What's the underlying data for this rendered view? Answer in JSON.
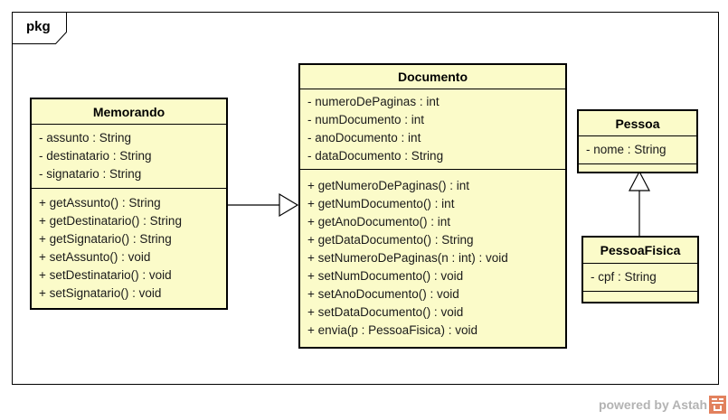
{
  "frame": {
    "label": "pkg"
  },
  "diagram_type": "uml-class-diagram",
  "classes": [
    {
      "name": "Memorando",
      "attributes": [
        "- assunto : String",
        "- destinatario : String",
        "- signatario : String"
      ],
      "methods": [
        "+ getAssunto() : String",
        "+ getDestinatario() : String",
        "+ getSignatario() : String",
        "+ setAssunto() : void",
        "+ setDestinatario() : void",
        "+ setSignatario() : void"
      ]
    },
    {
      "name": "Documento",
      "attributes": [
        "- numeroDePaginas : int",
        "- numDocumento : int",
        "- anoDocumento : int",
        "- dataDocumento : String"
      ],
      "methods": [
        "+ getNumeroDePaginas() : int",
        "+ getNumDocumento() : int",
        "+ getAnoDocumento() : int",
        "+ getDataDocumento() : String",
        "+ setNumeroDePaginas(n : int) : void",
        "+ setNumDocumento() : void",
        "+ setAnoDocumento() : void",
        "+ setDataDocumento() : void",
        "+ envia(p : PessoaFisica) : void"
      ]
    },
    {
      "name": "Pessoa",
      "attributes": [
        "- nome : String"
      ],
      "methods": []
    },
    {
      "name": "PessoaFisica",
      "attributes": [
        "- cpf : String"
      ],
      "methods": []
    }
  ],
  "relations": [
    {
      "type": "generalization",
      "from": "Memorando",
      "to": "Documento"
    },
    {
      "type": "generalization",
      "from": "PessoaFisica",
      "to": "Pessoa"
    }
  ],
  "watermark": {
    "text": "powered by Astah"
  },
  "colors": {
    "class_fill": "#FBFBC9",
    "line": "#000000",
    "background": "#FFFFFF",
    "watermark_text": "#B3B3B3",
    "astah_logo": "#E2815E"
  }
}
